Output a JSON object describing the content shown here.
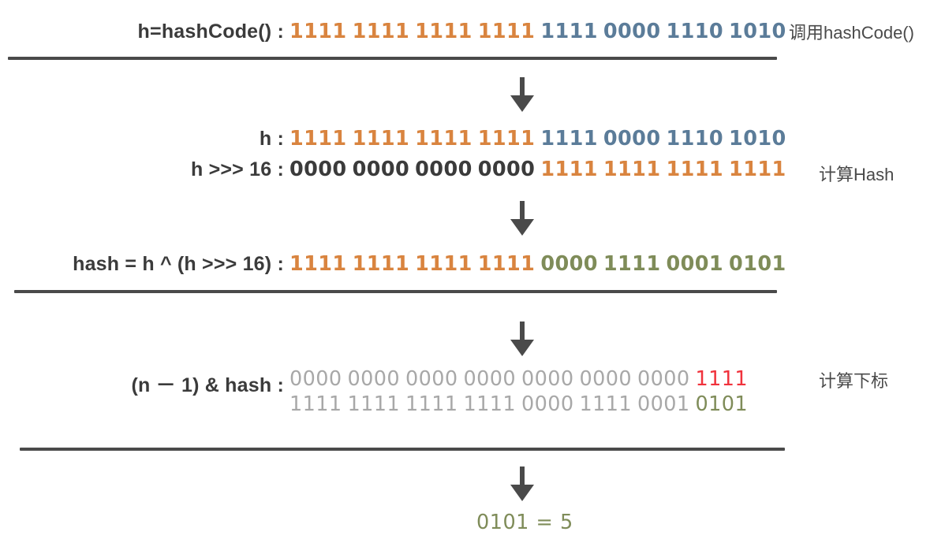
{
  "diagram": {
    "title_semantics": "HashMap hash computation and bucket index derivation",
    "colors": {
      "orange": "#d9843f",
      "blue_gray": "#5b7c99",
      "olive": "#7f8c59",
      "gray": "#a8a8a8",
      "red": "#f0323c",
      "black": "#3b3b3b",
      "rule": "#4a4a4a",
      "background": "#ffffff"
    }
  },
  "rows": {
    "hashcode": {
      "label": "h=hashCode() :",
      "groups": [
        {
          "bits": "1111",
          "color": "orange"
        },
        {
          "bits": "1111",
          "color": "orange"
        },
        {
          "bits": "1111",
          "color": "orange"
        },
        {
          "bits": "1111",
          "color": "orange"
        },
        {
          "bits": "1111",
          "color": "blue"
        },
        {
          "bits": "0000",
          "color": "blue"
        },
        {
          "bits": "1110",
          "color": "blue"
        },
        {
          "bits": "1010",
          "color": "blue"
        }
      ]
    },
    "h": {
      "label": "h :",
      "groups": [
        {
          "bits": "1111",
          "color": "orange"
        },
        {
          "bits": "1111",
          "color": "orange"
        },
        {
          "bits": "1111",
          "color": "orange"
        },
        {
          "bits": "1111",
          "color": "orange"
        },
        {
          "bits": "1111",
          "color": "blue"
        },
        {
          "bits": "0000",
          "color": "blue"
        },
        {
          "bits": "1110",
          "color": "blue"
        },
        {
          "bits": "1010",
          "color": "blue"
        }
      ]
    },
    "shifted": {
      "label": "h >>> 16 :",
      "groups": [
        {
          "bits": "0000",
          "color": "black"
        },
        {
          "bits": "0000",
          "color": "black"
        },
        {
          "bits": "0000",
          "color": "black"
        },
        {
          "bits": "0000",
          "color": "black"
        },
        {
          "bits": "1111",
          "color": "orange"
        },
        {
          "bits": "1111",
          "color": "orange"
        },
        {
          "bits": "1111",
          "color": "orange"
        },
        {
          "bits": "1111",
          "color": "orange"
        }
      ]
    },
    "hash": {
      "label": "hash = h ^ (h >>> 16) :",
      "groups": [
        {
          "bits": "1111",
          "color": "orange"
        },
        {
          "bits": "1111",
          "color": "orange"
        },
        {
          "bits": "1111",
          "color": "orange"
        },
        {
          "bits": "1111",
          "color": "orange"
        },
        {
          "bits": "0000",
          "color": "olive"
        },
        {
          "bits": "1111",
          "color": "olive"
        },
        {
          "bits": "0001",
          "color": "olive"
        },
        {
          "bits": "0101",
          "color": "olive"
        }
      ]
    },
    "index": {
      "label": "(n － 1) & hash :",
      "operand_mask": [
        {
          "bits": "0000",
          "color": "gray"
        },
        {
          "bits": "0000",
          "color": "gray"
        },
        {
          "bits": "0000",
          "color": "gray"
        },
        {
          "bits": "0000",
          "color": "gray"
        },
        {
          "bits": "0000",
          "color": "gray"
        },
        {
          "bits": "0000",
          "color": "gray"
        },
        {
          "bits": "0000",
          "color": "gray"
        },
        {
          "bits": "1111",
          "color": "red"
        }
      ],
      "operand_hash": [
        {
          "bits": "1111",
          "color": "gray"
        },
        {
          "bits": "1111",
          "color": "gray"
        },
        {
          "bits": "1111",
          "color": "gray"
        },
        {
          "bits": "1111",
          "color": "gray"
        },
        {
          "bits": "0000",
          "color": "gray"
        },
        {
          "bits": "1111",
          "color": "gray"
        },
        {
          "bits": "0001",
          "color": "gray"
        },
        {
          "bits": "0101",
          "color": "olive"
        }
      ]
    },
    "result": {
      "text": "0101 = 5"
    }
  },
  "captions": {
    "stage1": "调用hashCode()",
    "stage2": "计算Hash",
    "stage3": "计算下标"
  },
  "icons": {
    "arrow1": "arrow-down-icon",
    "arrow2": "arrow-down-icon",
    "arrow3": "arrow-down-icon",
    "arrow4": "arrow-down-icon"
  }
}
